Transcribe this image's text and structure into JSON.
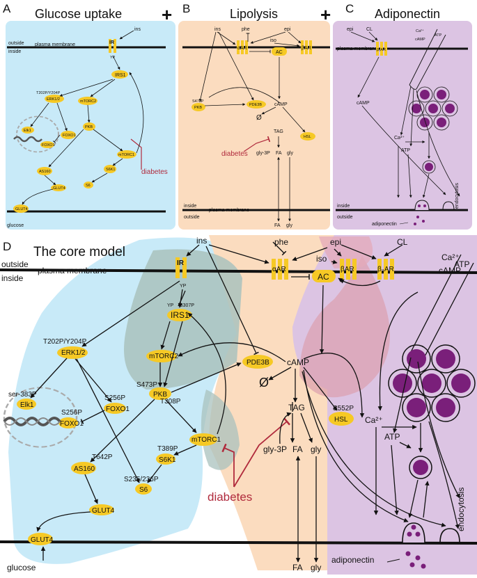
{
  "panels": {
    "A": {
      "letter": "A",
      "title": "Glucose uptake"
    },
    "B": {
      "letter": "B",
      "title": "Lipolysis"
    },
    "C": {
      "letter": "C",
      "title": "Adiponectin"
    },
    "D": {
      "letter": "D",
      "title": "The core model"
    }
  },
  "plus": "+",
  "membrane": {
    "outside": "outside",
    "inside": "inside",
    "plasma": "plasma membrane"
  },
  "nodes": {
    "ins": "ins",
    "phe": "phe",
    "epi": "epi",
    "iso": "iso",
    "CL": "CL",
    "IR": "IR",
    "YP": "YP",
    "IRS1": "IRS1",
    "S307P": "S307P",
    "ERK": "ERK1/2",
    "T202P": "T202P/Y204P",
    "mTORC2": "mTORC2",
    "mTORC1": "mTORC1",
    "PKB": "PKB",
    "S473P": "S473P",
    "T308P": "T308P",
    "FOXO1": "FOXO1",
    "S256P": "S256P",
    "Elk1": "Elk1",
    "ser383P": "ser-383P",
    "AS160": "AS160",
    "T642P": "T642P",
    "S6K1": "S6K1",
    "T389P": "T389P",
    "S6": "S6",
    "S235": "S235/236P",
    "GLUT4": "GLUT4",
    "glucose": "glucose",
    "aAR": "αAR",
    "bAR": "βAR",
    "b3AR": "β₃AR",
    "AC": "AC",
    "cAMP": "cAMP",
    "PDE3B": "PDE3B",
    "null": "Ø",
    "TAG": "TAG",
    "HSL": "HSL",
    "S552P": "S552P",
    "gly3P": "gly-3P",
    "FA": "FA",
    "gly": "gly",
    "Ca": "Ca²⁺",
    "ATP": "ATP",
    "endocytosis": "endocytosis",
    "adiponectin": "adiponectin",
    "diabetes": "diabetes"
  },
  "colors": {
    "glucose_bg": "#c8eaf8",
    "lipolysis_bg": "#fbdcbf",
    "adiponectin_bg": "#dcc4e3",
    "node_fill": "#f6c925",
    "vesicle": "#7a1f7a",
    "diabetes": "#b02a3c",
    "membrane": "#111111",
    "core_overlap": "#a9c2bd",
    "dashed_circle": "#aaaaaa"
  }
}
